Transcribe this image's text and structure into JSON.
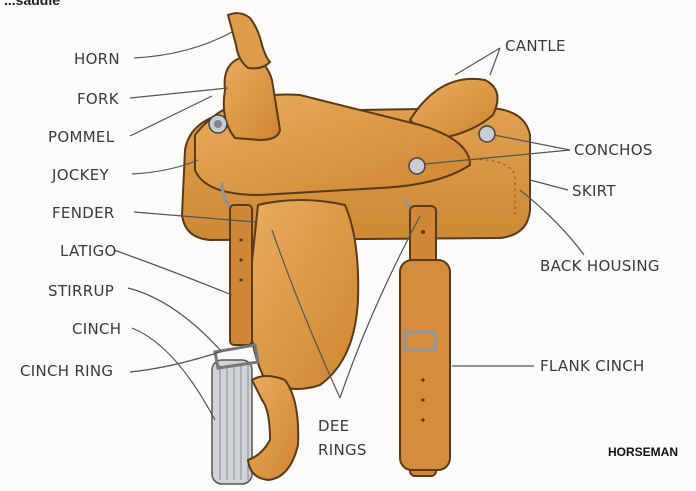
{
  "title_fragment": "...saddle",
  "labels_left": {
    "horn": "HORN",
    "fork": "FORK",
    "pommel": "POMMEL",
    "jockey": "JOCKEY",
    "fender": "FENDER",
    "latigo": "LATIGO",
    "stirrup": "STIRRUP",
    "cinch": "CINCH",
    "cinch_ring": "CINCH RING"
  },
  "labels_right": {
    "cantle": "CANTLE",
    "conchos": "CONCHOS",
    "skirt": "SKIRT",
    "back_housing": "BACK HOUSING",
    "flank_cinch": "FLANK CINCH"
  },
  "labels_center": {
    "dee_rings_1": "DEE",
    "dee_rings_2": "RINGS"
  },
  "source_caption": "HORSEMAN",
  "colors": {
    "leather": "#d8913e",
    "leather_light": "#e6a95a",
    "leather_dark": "#b56f24",
    "outline": "#5a3a18",
    "leader": "#555555",
    "metal": "#9aa3a8"
  }
}
